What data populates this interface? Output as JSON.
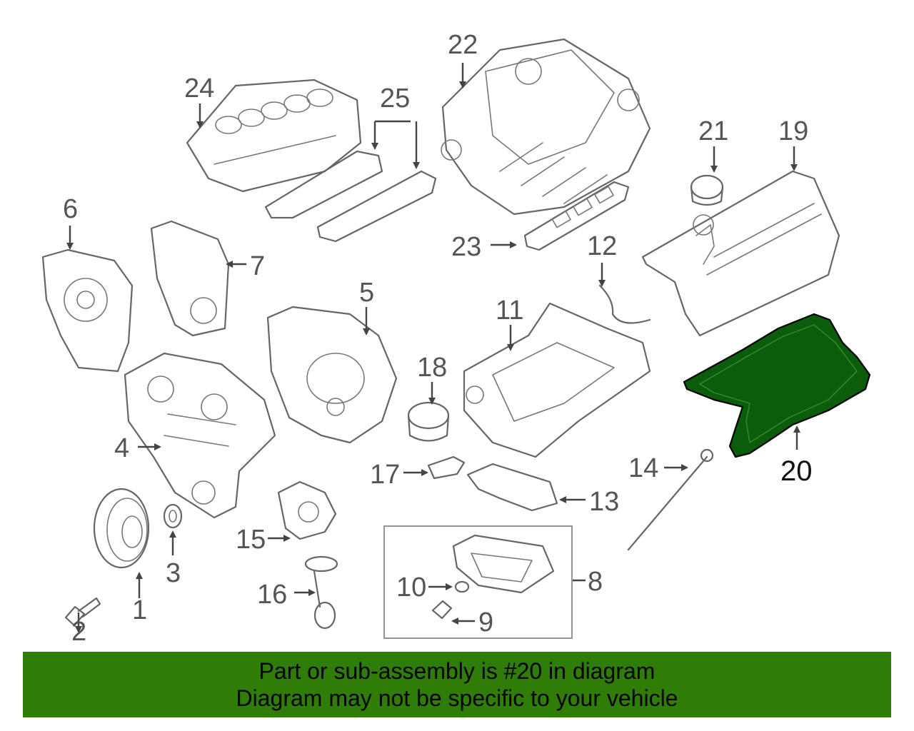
{
  "callouts": {
    "c1": "1",
    "c2": "2",
    "c3": "3",
    "c4": "4",
    "c5": "5",
    "c6": "6",
    "c7": "7",
    "c8": "8",
    "c9": "9",
    "c10": "10",
    "c11": "11",
    "c12": "12",
    "c13": "13",
    "c14": "14",
    "c15": "15",
    "c16": "16",
    "c17": "17",
    "c18": "18",
    "c19": "19",
    "c20": "20",
    "c21": "21",
    "c22": "22",
    "c23": "23",
    "c24": "24",
    "c25": "25"
  },
  "highlight": {
    "part": "20",
    "color": "#0b5d0b"
  },
  "banner": {
    "line1": "Part or sub-assembly is #20 in diagram",
    "line2": "Diagram may not be specific to your vehicle",
    "background": "#2f7d06"
  }
}
